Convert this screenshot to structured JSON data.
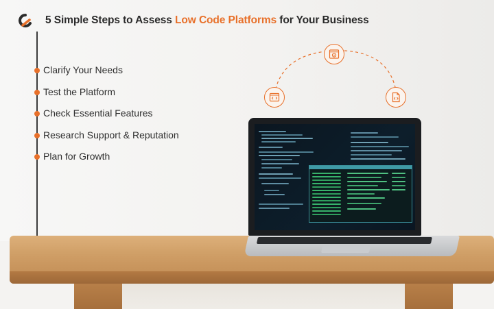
{
  "header": {
    "title_before": "5 Simple Steps to Assess ",
    "title_accent": "Low Code Platforms",
    "title_after": " for Your Business"
  },
  "steps": [
    "Clarify Your Needs",
    "Test the Platform",
    "Check Essential Features",
    "Research Support & Reputation",
    "Plan for Growth"
  ],
  "icons": [
    "code-window-icon",
    "browser-gear-icon",
    "code-document-icon"
  ],
  "colors": {
    "accent": "#e8702a",
    "text": "#2b2b2b",
    "line": "#3b3b3b"
  }
}
